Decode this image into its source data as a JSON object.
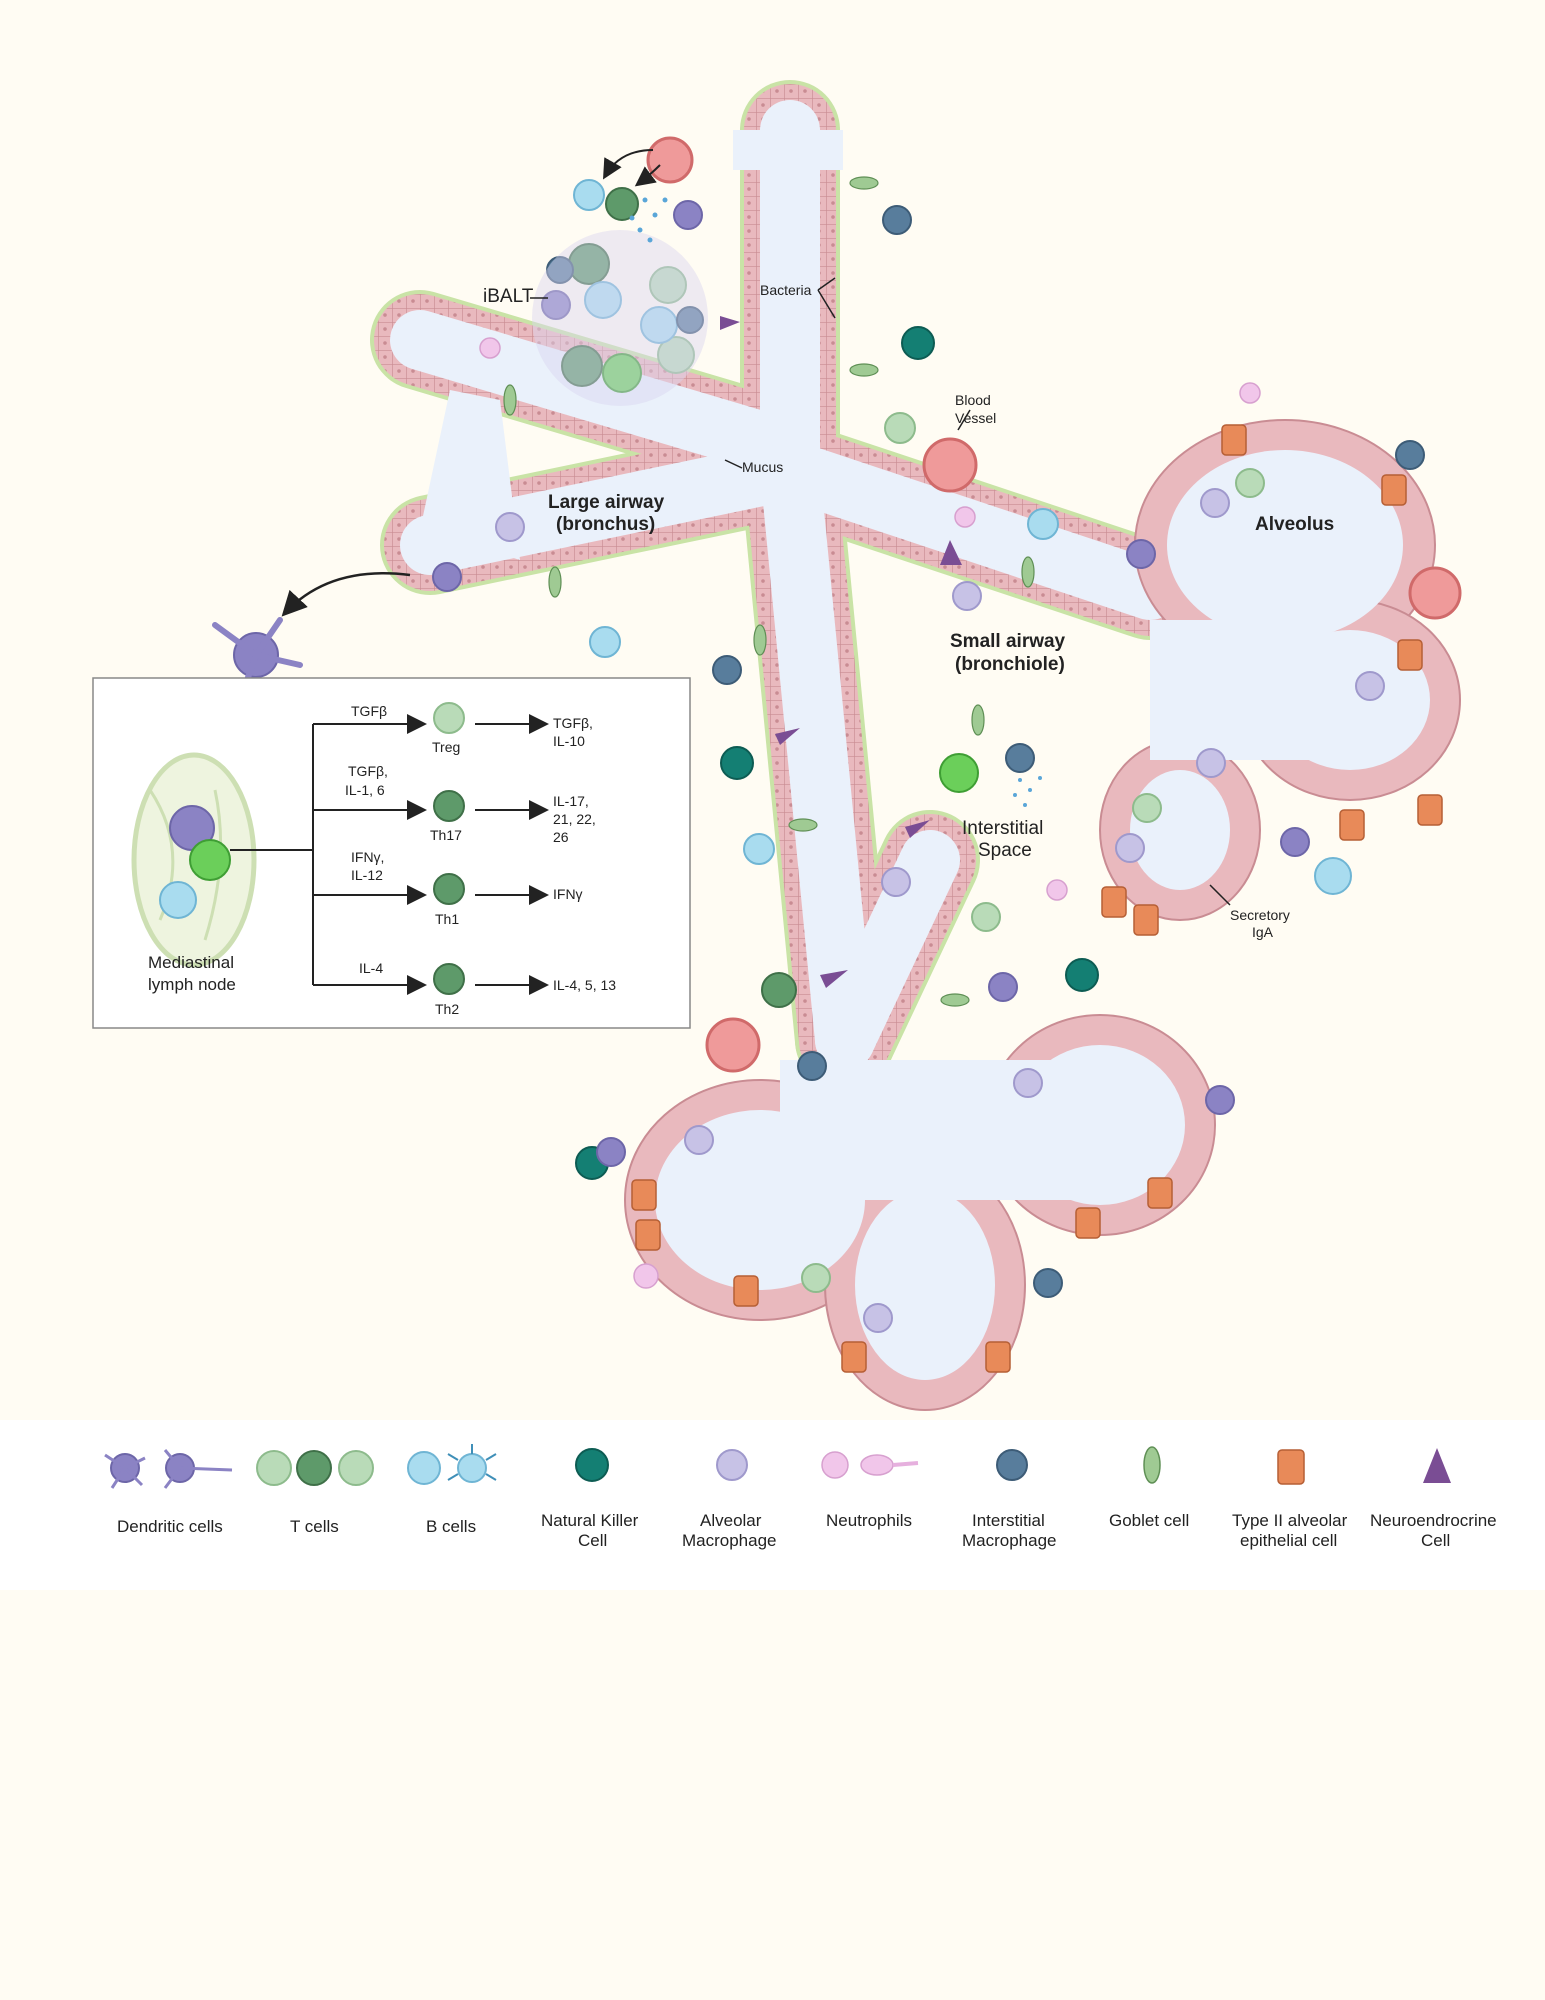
{
  "diagram": {
    "labels": {
      "ibalt": "iBALT",
      "bacteria": "Bacteria",
      "blood_vessel_1": "Blood",
      "blood_vessel_2": "Vessel",
      "mucus": "Mucus",
      "large_airway_1": "Large airway",
      "large_airway_2": "(bronchus)",
      "alveolus": "Alveolus",
      "small_airway_1": "Small airway",
      "small_airway_2": "(bronchiole)",
      "interstitial_1": "Interstitial",
      "interstitial_2": "Space",
      "secretory_iga_1": "Secretory",
      "secretory_iga_2": "IgA"
    },
    "lymph_node": {
      "label_1": "Mediastinal",
      "label_2": "lymph node",
      "pathways": [
        {
          "signal_1": "TGFβ",
          "signal_2": "",
          "cell": "Treg",
          "out_1": "TGFβ,",
          "out_2": "IL-10",
          "out_3": ""
        },
        {
          "signal_1": "TGFβ,",
          "signal_2": "IL-1, 6",
          "cell": "Th17",
          "out_1": "IL-17,",
          "out_2": "21, 22,",
          "out_3": "26"
        },
        {
          "signal_1": "IFNγ,",
          "signal_2": "IL-12",
          "cell": "Th1",
          "out_1": "IFNγ",
          "out_2": "",
          "out_3": ""
        },
        {
          "signal_1": "IL-4",
          "signal_2": "",
          "cell": "Th2",
          "out_1": "IL-4, 5, 13",
          "out_2": "",
          "out_3": ""
        }
      ]
    },
    "legend": [
      {
        "label_1": "Dendritic cells",
        "label_2": ""
      },
      {
        "label_1": "T cells",
        "label_2": ""
      },
      {
        "label_1": "B cells",
        "label_2": ""
      },
      {
        "label_1": "Natural Killer",
        "label_2": "Cell"
      },
      {
        "label_1": "Alveolar",
        "label_2": "Macrophage"
      },
      {
        "label_1": "Neutrophils",
        "label_2": ""
      },
      {
        "label_1": "Interstitial",
        "label_2": "Macrophage"
      },
      {
        "label_1": "Goblet cell",
        "label_2": ""
      },
      {
        "label_1": "Type II alveolar",
        "label_2": "epithelial cell"
      },
      {
        "label_1": "Neuroendrocrine",
        "label_2": "Cell"
      }
    ],
    "colors": {
      "background": "#fffcf3",
      "lumen": "#eaf1fb",
      "epithelium": "#e9b9be",
      "epithelium_line": "#c98c93",
      "mucus": "#c9e3a6",
      "dendritic": "#8b83c4",
      "t_cell_light": "#b9dbb8",
      "t_cell_dark": "#5e9a6a",
      "b_cell": "#a9dcef",
      "nk_cell": "#147f73",
      "alveolar_macrophage": "#c7c2e6",
      "neutrophil": "#f1c6ea",
      "interstitial_macrophage": "#587d9c",
      "goblet": "#9fca93",
      "type2": "#e88a59",
      "neuroendocrine": "#7a4d94",
      "blood_vessel": "#ef9a9a",
      "bright_green": "#6bcf5a"
    }
  }
}
